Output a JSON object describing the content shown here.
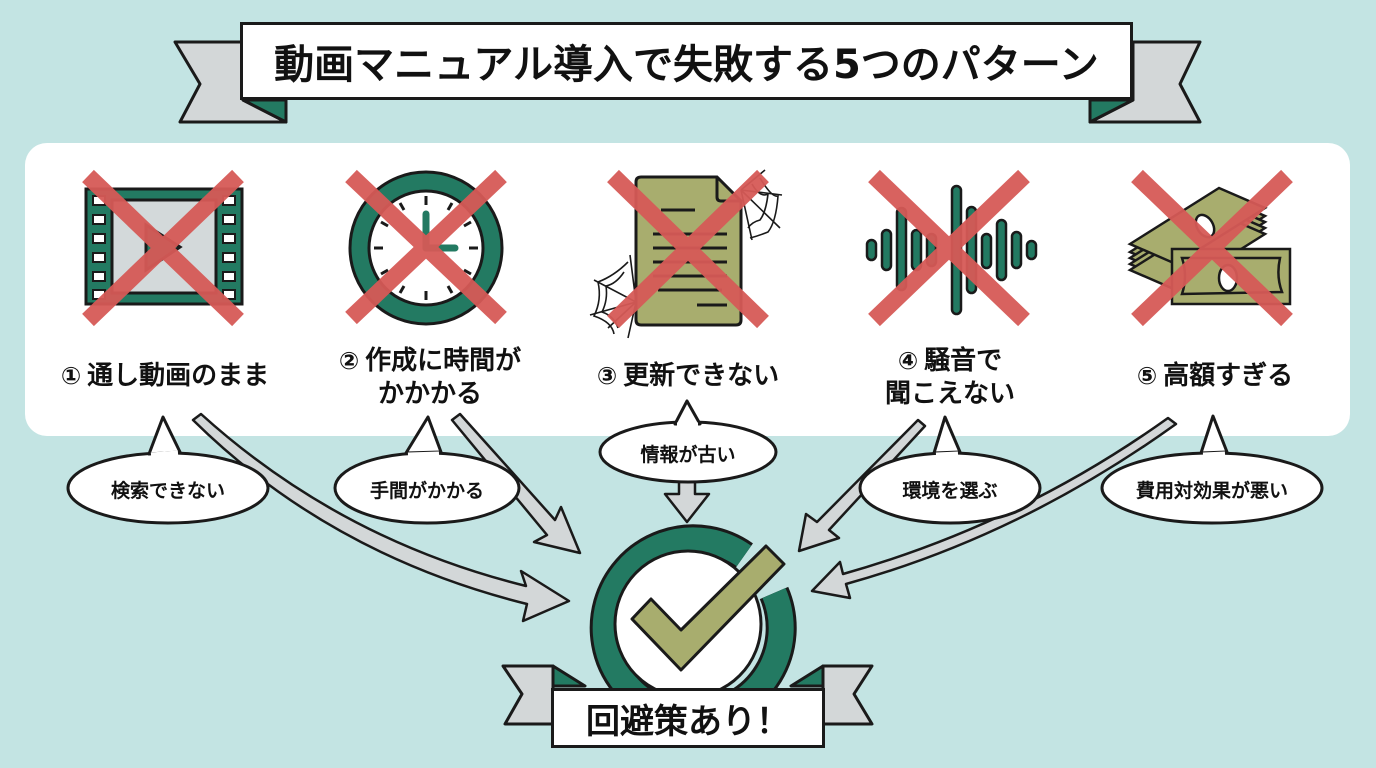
{
  "title": "動画マニュアル導入で失敗する5つのパターン",
  "colors": {
    "background": "#c3e4e3",
    "panel": "#ffffff",
    "green": "#237a62",
    "olive": "#a8ad6e",
    "cross_red": "#d65a57",
    "ribbon_gray": "#d3d7d8",
    "outline": "#1a1a1a"
  },
  "patterns": [
    {
      "number": "①",
      "label_lines": [
        "通し動画のまま"
      ],
      "icon": "film-strip-icon",
      "bubble": "検索できない"
    },
    {
      "number": "②",
      "label_lines": [
        "作成に時間が",
        "かかかる"
      ],
      "icon": "clock-icon",
      "bubble": "手間がかかる"
    },
    {
      "number": "③",
      "label_lines": [
        "更新できない"
      ],
      "icon": "dusty-document-icon",
      "bubble": "情報が古い"
    },
    {
      "number": "④",
      "label_lines": [
        "騒音で",
        "聞こえない"
      ],
      "icon": "sound-wave-icon",
      "bubble": "環境を選ぶ"
    },
    {
      "number": "⑤",
      "label_lines": [
        "高額すぎる"
      ],
      "icon": "money-stack-icon",
      "bubble": "費用対効果が悪い"
    }
  ],
  "result": {
    "icon": "check-circle-icon",
    "label": "回避策あり！"
  }
}
